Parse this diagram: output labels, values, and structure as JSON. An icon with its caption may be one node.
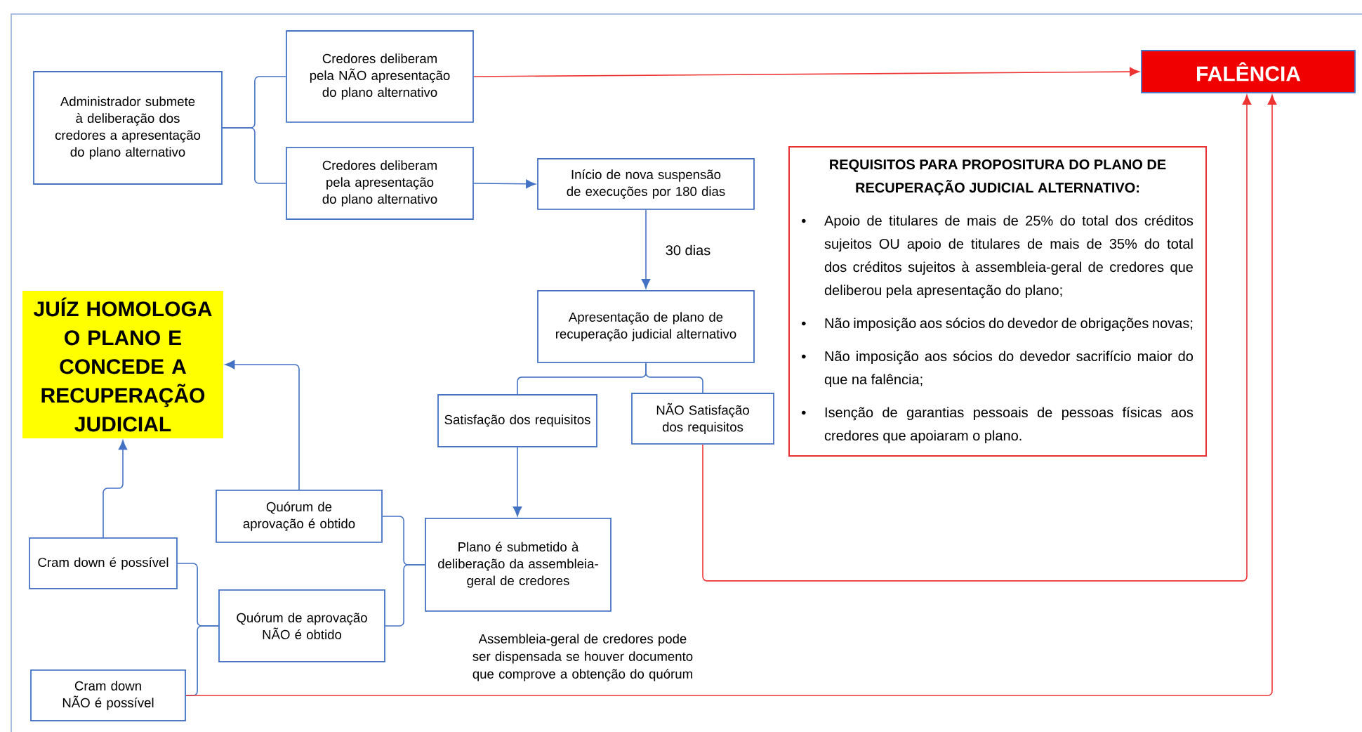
{
  "diagram": {
    "nodes": [
      {
        "text": [
          "Administrador submete à deliberação dos credores a apresentação do plano alternativo"
        ]
      },
      {
        "text": [
          "Credores deliberam pela NÃO apresentação do plano alternativo"
        ]
      },
      {
        "text": [
          "Credores deliberam pela apresentação do plano alternativo"
        ]
      },
      {
        "text": [
          "Início de nova suspensão de execuções por 180 dias"
        ]
      },
      {
        "text": [
          "FALÊNCIA"
        ]
      },
      {
        "text": [
          "REQUISITOS PARA PROPOSITURA DO PLANO DE RECUPERAÇÃO JUDICIAL ALTERNATIVO:",
          "Apoio de titulares de mais de 25% do total dos créditos sujeitos OU apoio de titulares de mais de 35% do total dos créditos sujeitos à assembleia-geral de credores que deliberou pela apresentação do plano;",
          "Não imposição aos sócios do devedor de obrigações novas;",
          "Não imposição aos sócios do devedor sacrifício maior do que na falência;",
          "Isenção de garantias pessoais de pessoas físicas aos credores que apoiaram o plano."
        ]
      },
      {
        "text": [
          "Apresentação de plano de recuperação judicial alternativo"
        ]
      },
      {
        "text": [
          "Satisfação dos requisitos"
        ]
      },
      {
        "text": [
          "NÃO Satisfação dos requisitos"
        ]
      },
      {
        "text": [
          "JUÍZ HOMOLOGA O PLANO E CONCEDE A RECUPERAÇÃO JUDICIAL"
        ]
      },
      {
        "text": [
          "Quórum de aprovação é obtido"
        ]
      },
      {
        "text": [
          "Plano é submetido à deliberação da assembleia-geral de credores"
        ]
      },
      {
        "text": [
          "Cram down é possível"
        ]
      },
      {
        "text": [
          "Quórum de aprovação NÃO é obtido"
        ]
      },
      {
        "text": [
          "Cram down NÃO é possível"
        ]
      }
    ],
    "edges": [
      {
        "from": 0,
        "to": 1,
        "arrow": "none"
      },
      {
        "from": 0,
        "to": 2,
        "arrow": "none"
      },
      {
        "from": 1,
        "to": 4,
        "arrow": "to",
        "color": "#ee3333"
      },
      {
        "from": 2,
        "to": 3,
        "arrow": "to"
      },
      {
        "from": 3,
        "to": 6,
        "arrow": "to",
        "label": "30 dias"
      },
      {
        "from": 6,
        "to": 7,
        "arrow": "none"
      },
      {
        "from": 6,
        "to": 8,
        "arrow": "none"
      },
      {
        "from": 7,
        "to": 11,
        "arrow": "to"
      },
      {
        "from": 8,
        "to": 4,
        "arrow": "to",
        "color": "#ee3333"
      },
      {
        "from": 11,
        "to": 10,
        "arrow": "none"
      },
      {
        "from": 11,
        "to": 13,
        "arrow": "none"
      },
      {
        "from": 10,
        "to": 9,
        "arrow": "to"
      },
      {
        "from": 13,
        "to": 12,
        "arrow": "none"
      },
      {
        "from": 13,
        "to": 14,
        "arrow": "none"
      },
      {
        "from": 12,
        "to": 9,
        "arrow": "to"
      },
      {
        "from": 14,
        "to": 4,
        "arrow": "to",
        "color": "#ee3333"
      }
    ],
    "labels": [
      "Assembleia-geral de credores pode ser dispensada se houver documento que comprove a obtenção do quórum"
    ]
  }
}
